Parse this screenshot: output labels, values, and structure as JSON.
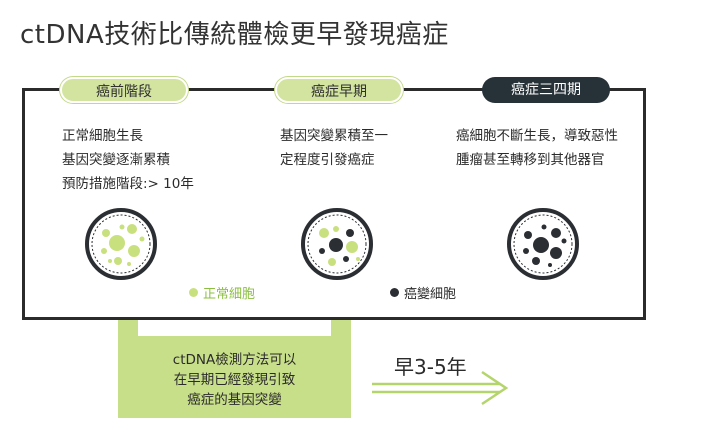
{
  "title": "ctDNA技術比傳統體檢更早發現癌症",
  "stages": [
    {
      "label": "癌前階段",
      "lines": [
        "正常細胞生長",
        "基因突變逐漸累積",
        "預防措施階段:> 10年"
      ]
    },
    {
      "label": "癌症早期",
      "lines": [
        "基因突變累積至一",
        "定程度引發癌症"
      ]
    },
    {
      "label": "癌症三四期",
      "lines": [
        "癌細胞不斷生長，導致惡性",
        "腫瘤甚至轉移到其他器官"
      ]
    }
  ],
  "legend": {
    "normal": "正常細胞",
    "cancer": "癌變細胞"
  },
  "callout": {
    "lines": [
      "ctDNA檢測方法可以",
      "在早期已經發現引致",
      "癌症的基因突變"
    ]
  },
  "early_label": "早3-5年",
  "colors": {
    "green_pill": "#d3e4a0",
    "green_arrow": "#c8df8a",
    "normal_cell": "#c9e07f",
    "cancer_cell": "#2b2f33",
    "dark_pill": "#263238",
    "frame": "#2b2b2b"
  }
}
